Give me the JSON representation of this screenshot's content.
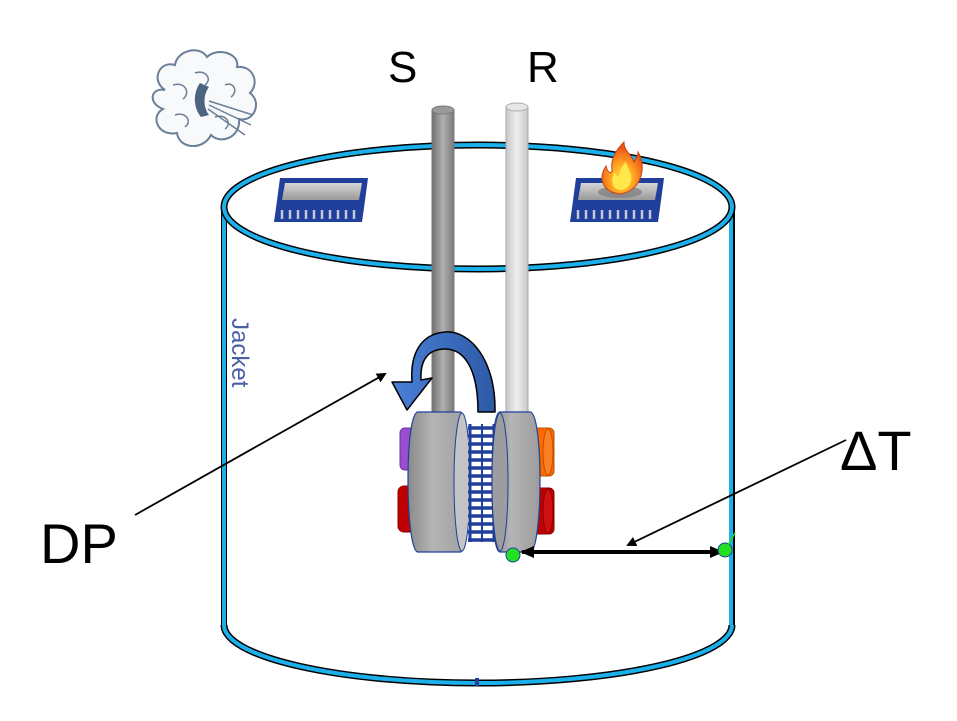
{
  "labels": {
    "sample": "S",
    "reference": "R",
    "jacket": "Jacket",
    "dp": "DP",
    "delta_t": "ΔT"
  },
  "icons": {
    "gas_purge": "wind-god-icon",
    "sample_chip": "microchip-icon",
    "reference_chip": "microchip-fire-icon",
    "flow": "curved-arrow-icon"
  },
  "colors": {
    "jacket": "#1cb0ea",
    "chip": "#1f3f9a",
    "arrow_blue": "#3a6fc0",
    "sensor_dot": "#22e022",
    "sample_rod": "#8c8c8c",
    "reference_rod": "#d9d9d9",
    "cell_gray": "#a6a6a6",
    "purple": "#9a4fd1",
    "orange": "#ff6a00",
    "red": "#c00000",
    "jacket_text": "#4a5fa8"
  }
}
